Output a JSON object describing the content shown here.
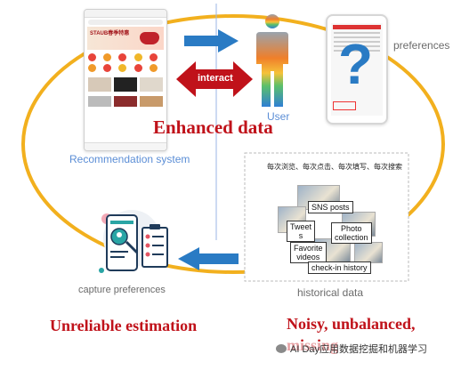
{
  "labels": {
    "recommendation_system": "Recommendation system",
    "user": "User",
    "preferences": "preferences",
    "historical_data": "historical data",
    "capture_preferences": "capture preferences",
    "interact": "interact",
    "enhanced_data": "Enhanced data",
    "unreliable_estimation": "Unreliable estimation",
    "noisy_unbalanced": "Noisy, unbalanced,",
    "missing_partial": "missing"
  },
  "historical_panel": {
    "header": "每次浏览、每次点击、每次填写、每次搜索",
    "tags": {
      "sns_posts": "SNS posts",
      "tweets_line1": "Tweet",
      "tweets_line2": "s",
      "photo_line1": "Photo",
      "photo_line2": "collection",
      "favorite_line1": "Favorite",
      "favorite_line2": "videos",
      "checkin": "check-in history"
    }
  },
  "phone_left": {
    "banner": "STAUB春季特惠"
  },
  "watermark": "AI Day应用数据挖掘和机器学习",
  "colors": {
    "ring": "#f2b01e",
    "arrow_blue": "#2a7bc4",
    "arrow_red": "#c0121a",
    "label_blue": "#5b8ed6",
    "label_gray": "#6b6b6b",
    "text_red": "#c0121a"
  }
}
